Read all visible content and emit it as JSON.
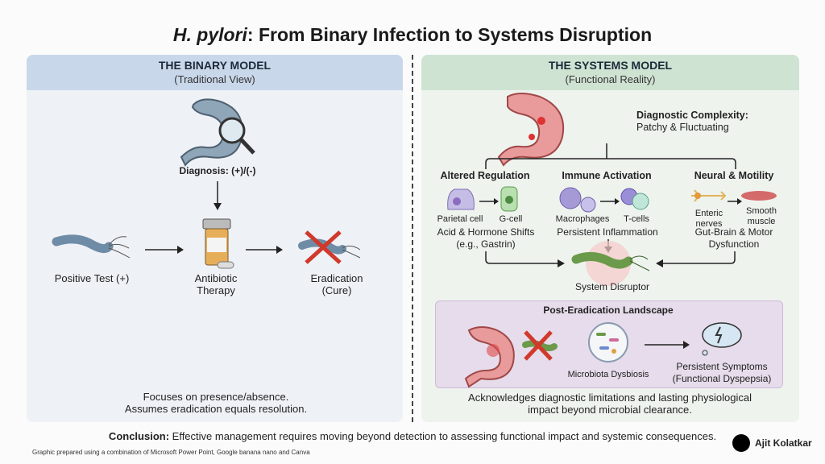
{
  "title": {
    "italic": "H. pylori",
    "rest": ": From Binary Infection to Systems Disruption"
  },
  "binary": {
    "heading": "THE BINARY MODEL",
    "subheading": "(Traditional View)",
    "diagnosis": "Diagnosis: (+)/(-)",
    "steps": [
      "Positive Test (+)",
      "Antibiotic Therapy",
      "Eradication (Cure)"
    ],
    "footer": [
      "Focuses on presence/absence.",
      "Assumes eradication equals resolution."
    ]
  },
  "systems": {
    "heading": "THE SYSTEMS MODEL",
    "subheading": "(Functional Reality)",
    "complexity_title": "Diagnostic Complexity:",
    "complexity_text": "Patchy & Fluctuating",
    "columns": [
      {
        "title": "Altered Regulation",
        "cells": [
          "Parietal cell",
          "G-cell"
        ],
        "text": [
          "Acid & Hormone Shifts",
          "(e.g., Gastrin)"
        ]
      },
      {
        "title": "Immune Activation",
        "cells": [
          "Macrophages",
          "T-cells"
        ],
        "text": [
          "Persistent Inflammation"
        ]
      },
      {
        "title": "Neural & Motility",
        "cells": [
          "Enteric nerves",
          "Smooth muscle"
        ],
        "text": [
          "Gut-Brain & Motor",
          "Dysfunction"
        ]
      }
    ],
    "center": "System Disruptor",
    "post": {
      "title": "Post-Eradication Landscape",
      "microbiota": "Microbiota Dysbiosis",
      "symptoms": [
        "Persistent Symptoms",
        "(Functional Dyspepsia)"
      ]
    },
    "footer": [
      "Acknowledges diagnostic limitations and lasting physiological",
      "impact beyond microbial clearance."
    ]
  },
  "conclusion": {
    "label": "Conclusion:",
    "text": " Effective management requires moving beyond detection to assessing functional impact and systemic consequences."
  },
  "credit": "Graphic prepared using a combination of Microsoft Power Point, Google banana nano and Canva",
  "author": "Ajit Kolatkar",
  "colors": {
    "binary_header": "#c9d7ea",
    "systems_header": "#cfe3d2",
    "post_box": "#e6dceb",
    "cross": "#d0392b",
    "bacterium_green": "#6a9a4a"
  }
}
